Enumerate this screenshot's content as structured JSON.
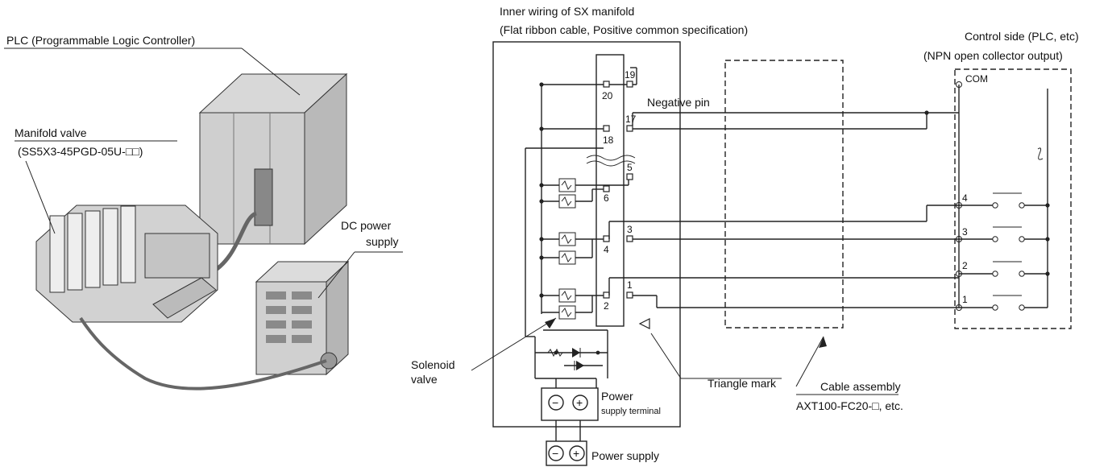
{
  "labels": {
    "plc": "PLC (Programmable Logic Controller)",
    "manifold_valve": "Manifold valve",
    "manifold_model": "(SS5X3-45PGD-05U-□□)",
    "dc_power_1": "DC power",
    "dc_power_2": "supply",
    "inner_wiring_1": "Inner wiring of SX manifold",
    "inner_wiring_2": "(Flat ribbon cable, Positive common specification)",
    "control_side_1": "Control side (PLC, etc)",
    "control_side_2": "(NPN open collector output)",
    "com": "COM",
    "negative_pin": "Negative pin",
    "solenoid_1": "Solenoid",
    "solenoid_2": "valve",
    "triangle_mark": "Triangle mark",
    "cable_assembly": "Cable assembly",
    "cable_model": "AXT100-FC20-□, etc.",
    "power_terminal_1": "Power",
    "power_terminal_2": "supply terminal",
    "power_supply": "Power supply"
  },
  "pins": {
    "p20": "20",
    "p19": "19",
    "p18": "18",
    "p17": "17",
    "p6": "6",
    "p5": "5",
    "p4": "4",
    "p3": "3",
    "p2": "2",
    "p1": "1"
  },
  "control_outputs": {
    "o4": "4",
    "o3": "3",
    "o2": "2",
    "o1": "1"
  },
  "terminal_signs": {
    "minus": "−",
    "plus": "+"
  }
}
